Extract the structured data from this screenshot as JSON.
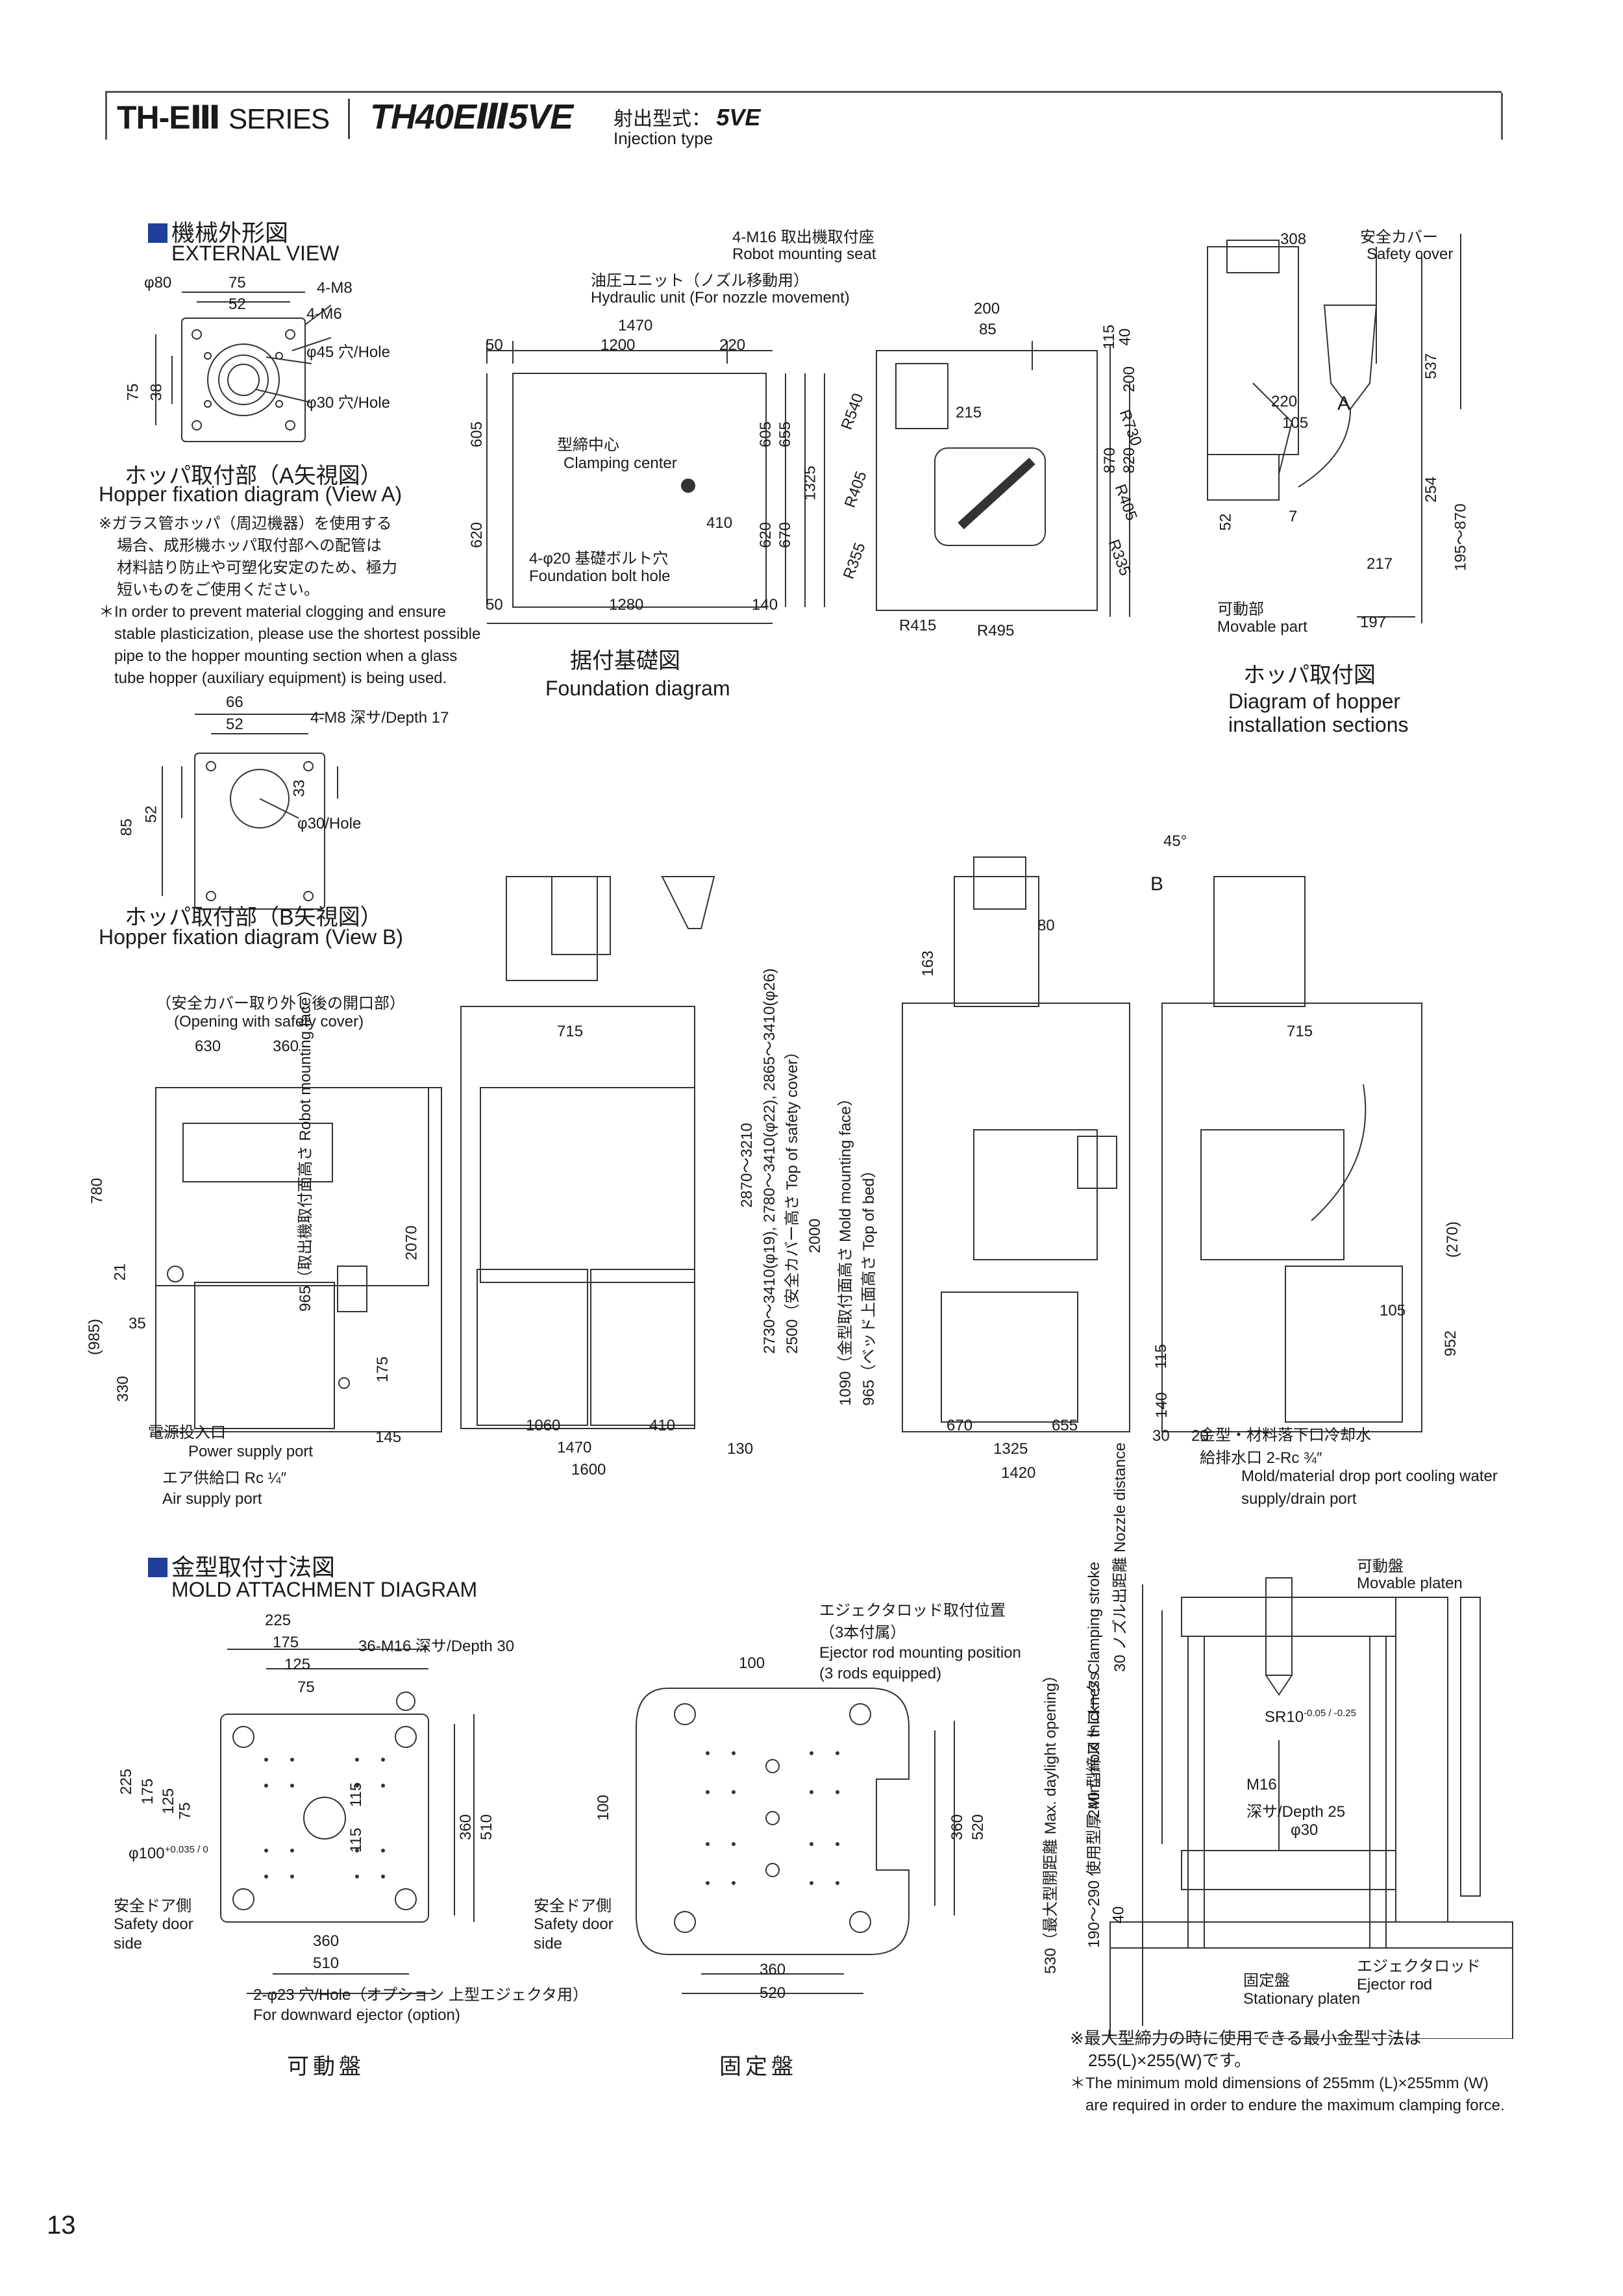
{
  "header": {
    "series_bold": "TH-EⅢ",
    "series_light": "SERIES",
    "model": "TH40EⅢ5VE",
    "injection_type_jp": "射出型式：",
    "injection_type_code": "5VE",
    "injection_type_en": "Injection type"
  },
  "external_view": {
    "title_jp": "機械外形図",
    "title_en": "EXTERNAL VIEW"
  },
  "hopper_a": {
    "dims": {
      "d80": "φ80",
      "w75": "75",
      "w52": "52",
      "m8": "4-M8",
      "m6": "4-M6",
      "h45": "φ45 穴/Hole",
      "h30": "φ30 穴/Hole",
      "v75": "75",
      "v38": "38"
    },
    "caption_jp": "ホッパ取付部（A矢視図）",
    "caption_en": "Hopper fixation diagram (View A)",
    "note_jp": [
      "※ガラス管ホッパ（周辺機器）を使用する",
      "場合、成形機ホッパ取付部への配管は",
      "材料詰り防止や可塑化安定のため、極力",
      "短いものをご使用ください。"
    ],
    "note_en": [
      "＊In order to prevent material clogging and ensure",
      "stable plasticization, please use the shortest possible",
      "pipe to the hopper mounting section when a glass",
      "tube hopper (auxiliary equipment) is being used."
    ]
  },
  "hopper_b": {
    "dims": {
      "w66": "66",
      "w52": "52",
      "m8": "4-M8 深サ/Depth 17",
      "v33": "33",
      "v52": "52",
      "v85": "85",
      "h30": "φ30/Hole"
    },
    "caption_jp": "ホッパ取付部（B矢視図）",
    "caption_en": "Hopper fixation diagram (View B)"
  },
  "foundation": {
    "robot_jp": "4-M16 取出機取付座",
    "robot_en": "Robot mounting seat",
    "hyd_jp": "油圧ユニット（ノズル移動用）",
    "hyd_en": "Hydraulic unit (For nozzle movement)",
    "clamp_jp": "型締中心",
    "clamp_en": "Clamping center",
    "bolt_jp": "4-φ20 基礎ボルト穴",
    "bolt_en": "Foundation bolt hole",
    "dims": {
      "top_total": "1470",
      "top_l": "50",
      "top_mid": "1200",
      "top_r": "220",
      "bot_l": "50",
      "bot_mid": "1280",
      "bot_r": "140",
      "left_top": "605",
      "left_bot": "620",
      "r605": "605",
      "r655": "655",
      "r620": "620",
      "r670": "670",
      "r1325": "1325",
      "x410": "410"
    },
    "plan_dims": {
      "d200": "200",
      "d85": "85",
      "d215": "215",
      "d115": "115",
      "d40": "40",
      "d200b": "200",
      "d870": "870",
      "d820": "820",
      "r540": "R540",
      "r730": "R730",
      "r405": "R405",
      "r405b": "R405",
      "r355": "R355",
      "r335": "R335",
      "r415": "R415",
      "r495": "R495"
    },
    "caption_jp": "据付基礎図",
    "caption_en": "Foundation diagram"
  },
  "hopper_install": {
    "safety_jp": "安全カバー",
    "safety_en": "Safety cover",
    "movable_jp": "可動部",
    "movable_en": "Movable part",
    "dims": {
      "d308": "308",
      "d537": "537",
      "d220": "220",
      "d105": "105",
      "a": "A",
      "d7": "7",
      "d52": "52",
      "d254": "254",
      "d195": "195～870",
      "d217": "217",
      "d197": "197"
    },
    "caption_jp": "ホッパ取付図",
    "caption_en": [
      "Diagram of hopper",
      "installation sections"
    ]
  },
  "elevation": {
    "opening_jp": "（安全カバー取り外し後の開口部）",
    "opening_en": "(Opening with safety cover)",
    "dims": {
      "d630": "630",
      "d360": "360",
      "d715": "715",
      "d780": "780",
      "d21": "21",
      "d985": "(985)",
      "d35": "35",
      "d330": "330",
      "d175": "175",
      "d145": "145",
      "d1060": "1060",
      "d410": "410",
      "d1470": "1470",
      "d1600": "1600",
      "d130": "130",
      "d2070": "2070",
      "d80": "80",
      "d163": "163",
      "d45": "45°",
      "b": "B",
      "d670": "670",
      "d655": "655",
      "d1325": "1325",
      "d1420": "1420",
      "d715b": "715",
      "d270": "(270)",
      "d105": "105",
      "d952": "952",
      "d115": "115",
      "d140": "140",
      "d30": "30",
      "d20": "20"
    },
    "vert_robot": "965（取出機取付面高さ Robot mounting face）",
    "vert_2870": "2870～3210",
    "vert_cover": "2730～3410(φ19), 2780～3410(φ22), 2865～3410(φ26)",
    "vert_cover2": "2500（安全カバー高さ Top of safety cover）",
    "vert_2000": "2000",
    "vert_mold": "1090（金型取付面高さ Mold mounting face）",
    "vert_bed": "965（ベッド上面高さ Top of bed）",
    "power_jp": "電源投入口",
    "power_en": "Power supply port",
    "air_jp": "エア供給口 Rc ¼″",
    "air_en": "Air supply port",
    "water_jp1": "金型・材料落下口冷却水",
    "water_jp2": "給排水口 2-Rc ¾″",
    "water_en1": "Mold/material drop port cooling water",
    "water_en2": "supply/drain port"
  },
  "mold": {
    "title_jp": "金型取付寸法図",
    "title_en": "MOLD ATTACHMENT DIAGRAM",
    "movable_dims": {
      "d225": "225",
      "d175": "175",
      "d125": "125",
      "d75": "75",
      "m16": "36-M16 深サ/Depth 30",
      "v225": "225",
      "v175": "175",
      "v125": "125",
      "v75": "75",
      "c115a": "115",
      "c115b": "115",
      "d100": "φ100",
      "tol": "+0.035 / 0",
      "v360": "360",
      "v510": "510",
      "b360": "360",
      "b510": "510",
      "hole": "2-φ23 穴/Hole（オプション 上型エジェクタ用）",
      "hole_en": "For downward ejector (option)"
    },
    "door_jp": "安全ドア側",
    "door_en1": "Safety door",
    "door_en2": "side",
    "ejector_jp1": "エジェクタロッド取付位置",
    "ejector_jp2": "（3本付属）",
    "ejector_en1": "Ejector rod mounting position",
    "ejector_en2": "(3 rods equipped)",
    "fixed_dims": {
      "d100": "100",
      "v100": "100",
      "v360": "360",
      "v520": "520",
      "b360": "360",
      "b520": "520"
    },
    "caption_movable": "可動盤",
    "caption_fixed": "固定盤",
    "side": {
      "movable_jp": "可動盤",
      "movable_en": "Movable platen",
      "nozzle": "30 ノズル出距離 Nozzle distance",
      "stroke": "240 型締ストローク Clamping stroke",
      "thick": "190～290 使用型厚 Min. mold thickness",
      "daylight": "530（最大型開距離 Max. daylight opening）",
      "d40": "40",
      "sr": "SR10",
      "sr_tol": "-0.05 / -0.25",
      "m16": "M16",
      "depth": "深サ/Depth 25",
      "phi30": "φ30",
      "fixed_jp": "固定盤",
      "fixed_en": "Stationary platen",
      "ejector_jp": "エジェクタロッド",
      "ejector_en": "Ejector rod"
    },
    "note_jp": [
      "※最大型締力の時に使用できる最小金型寸法は",
      "255(L)×255(W)です。"
    ],
    "note_en": [
      "＊The minimum mold dimensions of 255mm (L)×255mm (W)",
      "are required in order to endure the maximum clamping force."
    ]
  },
  "page_number": "13"
}
